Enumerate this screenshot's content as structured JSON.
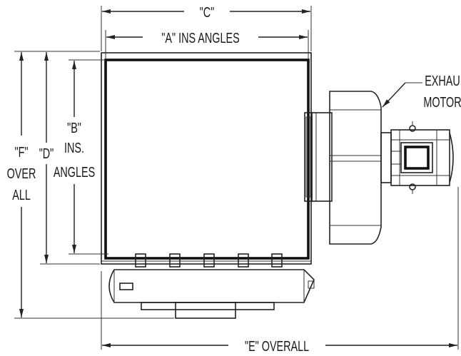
{
  "labels": {
    "c": "\"C\"",
    "a": "\"A\" INS ANGLES",
    "b1": "\"B\"",
    "b2": "INS.",
    "b3": "ANGLES",
    "f1": "\"F\"",
    "f2": "OVER",
    "f3": "ALL",
    "d": "\"D\"",
    "e": "\"E\" OVERALL",
    "exhaust": "EXHAU",
    "motor": "MOTOR"
  }
}
